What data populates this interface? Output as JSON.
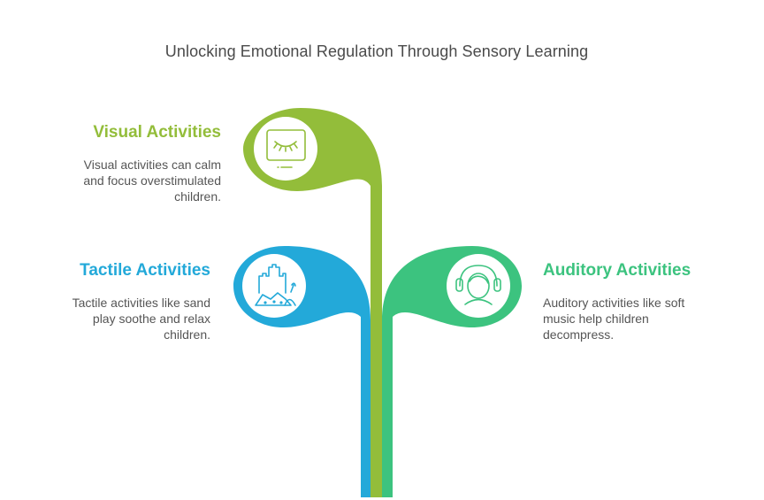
{
  "title": "Unlocking Emotional Regulation Through Sensory Learning",
  "colors": {
    "visual": "#93bd3a",
    "tactile": "#23a9d9",
    "auditory": "#3cc37f"
  },
  "branches": {
    "visual": {
      "heading": "Visual Activities",
      "desc_lines": [
        "Visual activities can calm",
        "and focus overstimulated",
        "children."
      ],
      "icon": "eye-monitor-icon"
    },
    "tactile": {
      "heading": "Tactile Activities",
      "desc_lines": [
        "Tactile activities like sand",
        "play soothe and relax",
        "children."
      ],
      "icon": "sandcastle-icon"
    },
    "auditory": {
      "heading": "Auditory Activities",
      "desc_lines": [
        "Auditory activities like soft",
        "music help children",
        "decompress."
      ],
      "icon": "headphones-person-icon"
    }
  }
}
